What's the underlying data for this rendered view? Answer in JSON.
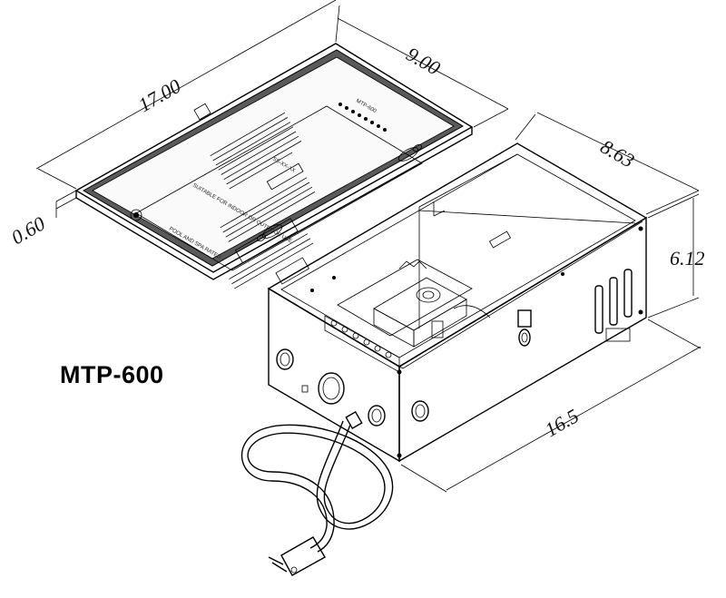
{
  "title": "MTP-600",
  "lid": {
    "length": "17.00",
    "width": "9.00",
    "depth": "0.60",
    "label_model": "MTP-600",
    "label_sticker": "SS-XX-XX",
    "label_suitable": "SUITABLE FOR INDOOR OR OUTDOOR USE",
    "label_pool": "POOL AND SPA RATED"
  },
  "box": {
    "width": "8.63",
    "height": "6.12",
    "length": "16.5"
  },
  "colors": {
    "line": "#000000",
    "lid_gasket": "#555555",
    "background": "#ffffff"
  }
}
